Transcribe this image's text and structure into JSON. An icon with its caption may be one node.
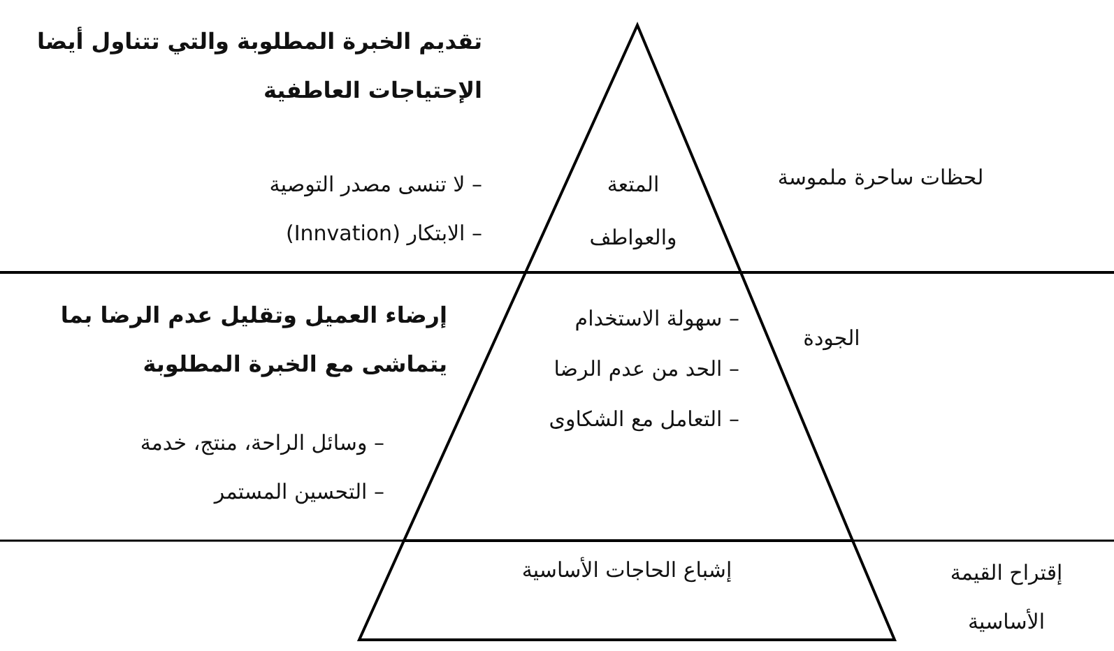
{
  "diagram": {
    "nodes": [
      {
        "text": [
          "المتعة والعواطف"
        ]
      },
      {
        "text": [
          "– سهولة الاستخدام",
          "– الحد من عدم الرضا",
          "– التعامل مع الشكاوى"
        ]
      },
      {
        "text": [
          "إشباع الحاجات الأساسية"
        ]
      }
    ],
    "edges": [],
    "labels": [
      "لحظات ساحرة ملموسة",
      "تقديم الخبرة المطلوبة والتي تتناول أيضا الإحتياجات العاطفية",
      "– لا تنسى مصدر التوصية",
      "– الابتكار (Innvation)",
      "الجودة",
      "إرضاء العميل وتقليل عدم الرضا بما يتماشى مع الخبرة المطلوبة",
      "– وسائل الراحة، منتج، خدمة",
      "– التحسين المستمر",
      "إقتراح القيمة الأساسية"
    ]
  }
}
